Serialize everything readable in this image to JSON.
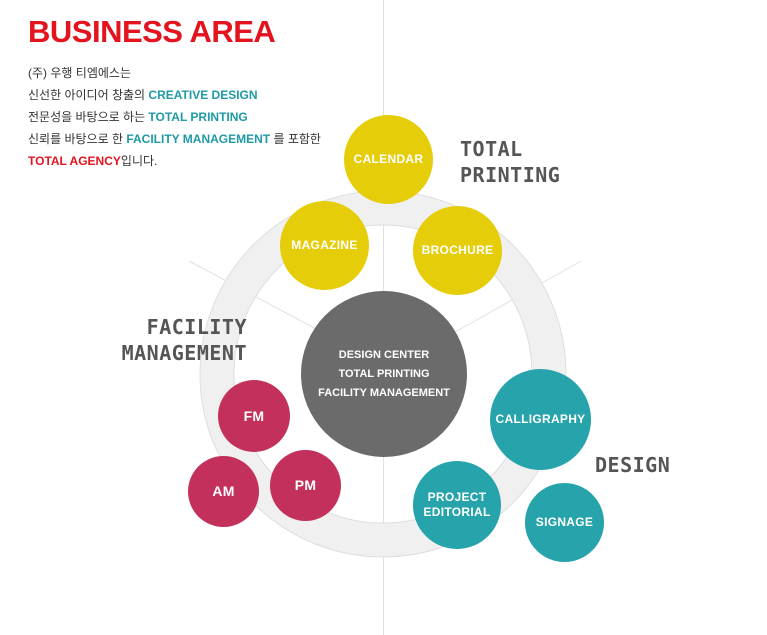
{
  "header": {
    "title": "BUSINESS AREA"
  },
  "intro": {
    "l1": "(주) 우행 티엠에스는",
    "l2a": "신선한 아이디어 창출의",
    "l2b": "CREATIVE DESIGN",
    "l3a": "전문성을 바탕으로 하는",
    "l3b": "TOTAL PRINTING",
    "l4a": "신뢰를 바탕으로 한",
    "l4b": "FACILITY MANAGEMENT",
    "l4c": "를 포함한",
    "l5a": "TOTAL AGENCY",
    "l5b": "입니다."
  },
  "categories": {
    "printing_1": "TOTAL",
    "printing_2": "PRINTING",
    "facility_1": "FACILITY",
    "facility_2": "MANAGEMENT",
    "design": "DESIGN"
  },
  "center": {
    "line1": "DESIGN CENTER",
    "line2": "TOTAL PRINTING",
    "line3": "FACILITY MANAGEMENT"
  },
  "circles": {
    "calendar": "CALENDAR",
    "magazine": "MAGAZINE",
    "brochure": "BROCHURE",
    "calligraphy": "CALLIGRAPHY",
    "project_1": "PROJECT",
    "project_2": "EDITORIAL",
    "signage": "SIGNAGE",
    "fm": "FM",
    "pm": "PM",
    "am": "AM"
  },
  "colors": {
    "printing": "#e6cd0a",
    "design": "#26a3ab",
    "facility": "#c2305b",
    "center": "#6b6b6b",
    "title": "#e3141e"
  }
}
